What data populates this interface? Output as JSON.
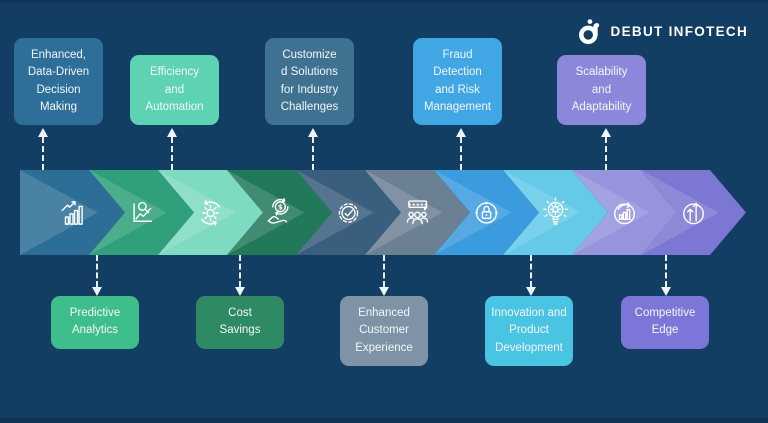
{
  "logo": {
    "brand": "DEBUT INFOTECH",
    "icon": "debut-infotech-logo-icon"
  },
  "background_color": "#123E64",
  "connector_color": "#E9EEF3",
  "top_boxes": [
    {
      "label": "Enhanced,\nData-Driven\nDecision\nMaking",
      "color": "#2E6F9A"
    },
    {
      "label": "Efficiency\nand\nAutomation",
      "color": "#5ED3B4"
    },
    {
      "label": "Customize\nd Solutions\nfor Industry\nChallenges",
      "color": "#3E7290"
    },
    {
      "label": "Fraud\nDetection\nand Risk\nManagement",
      "color": "#41A7E4"
    },
    {
      "label": "Scalability\nand\nAdaptability",
      "color": "#8B88DC"
    }
  ],
  "bottom_boxes": [
    {
      "label": "Predictive\nAnalytics",
      "color": "#3DBE8B"
    },
    {
      "label": "Cost\nSavings",
      "color": "#2E8A62"
    },
    {
      "label": "Enhanced\nCustomer\nExperience",
      "color": "#7E93A6"
    },
    {
      "label": "Innovation and\nProduct\nDevelopment",
      "color": "#4AC4E3"
    },
    {
      "label": "Competitive\nEdge",
      "color": "#7B76D7"
    }
  ],
  "band_segments": [
    {
      "icon": "bar-chart-growth-icon",
      "color": "#2D6E96"
    },
    {
      "icon": "analytics-magnifier-icon",
      "color": "#2FA07B"
    },
    {
      "icon": "automation-gear-icon",
      "color": "#7EDAC0"
    },
    {
      "icon": "cost-savings-hand-icon",
      "color": "#22795A"
    },
    {
      "icon": "quality-check-badge-icon",
      "color": "#3A5E7D"
    },
    {
      "icon": "customer-review-icon",
      "color": "#6C8094"
    },
    {
      "icon": "security-lock-icon",
      "color": "#3B9BDF"
    },
    {
      "icon": "innovation-bulb-icon",
      "color": "#64CAE8"
    },
    {
      "icon": "growth-chart-circle-icon",
      "color": "#9594DC"
    },
    {
      "icon": "competitive-arrows-icon",
      "color": "#7C77D2"
    }
  ]
}
